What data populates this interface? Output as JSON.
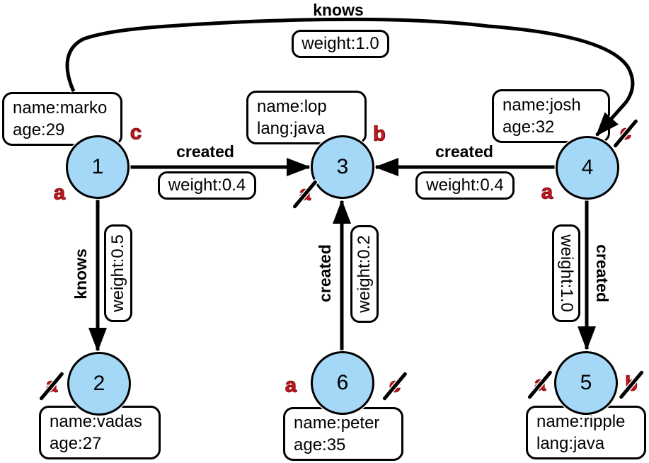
{
  "colors": {
    "node_fill": "#a4d8f6",
    "mark_red": "#c2191f",
    "edge_color": "#000000"
  },
  "nodes": {
    "n1": {
      "id": "1",
      "prop1": "name:marko",
      "prop2": "age:29",
      "mark_top": "c",
      "mark_top_crossed": false,
      "mark_bottom": "a",
      "mark_bottom_crossed": false
    },
    "n2": {
      "id": "2",
      "prop1": "name:vadas",
      "prop2": "age:27",
      "mark_left": "a",
      "mark_left_crossed": true
    },
    "n3": {
      "id": "3",
      "prop1": "name:lop",
      "prop2": "lang:java",
      "mark_top": "b",
      "mark_top_crossed": false,
      "mark_bottom": "a",
      "mark_bottom_crossed": true
    },
    "n4": {
      "id": "4",
      "prop1": "name:josh",
      "prop2": "age:32",
      "mark_top": "c",
      "mark_top_crossed": true,
      "mark_bottom": "a",
      "mark_bottom_crossed": false
    },
    "n5": {
      "id": "5",
      "prop1": "name:ripple",
      "prop2": "lang:java",
      "mark_left": "a",
      "mark_left_crossed": true,
      "mark_right": "b",
      "mark_right_crossed": true
    },
    "n6": {
      "id": "6",
      "prop1": "name:peter",
      "prop2": "age:35",
      "mark_left": "a",
      "mark_left_crossed": false,
      "mark_right": "c",
      "mark_right_crossed": true
    }
  },
  "edges": {
    "knows_1_4": {
      "label": "knows",
      "weight": "weight:1.0",
      "from": "1",
      "to": "4"
    },
    "created_1_3": {
      "label": "created",
      "weight": "weight:0.4",
      "from": "1",
      "to": "3"
    },
    "created_4_3": {
      "label": "created",
      "weight": "weight:0.4",
      "from": "4",
      "to": "3"
    },
    "knows_1_2": {
      "label": "knows",
      "weight": "weight:0.5",
      "from": "1",
      "to": "2"
    },
    "created_6_3": {
      "label": "created",
      "weight": "weight:0.2",
      "from": "6",
      "to": "3"
    },
    "created_4_5": {
      "label": "created",
      "weight": "weight:1.0",
      "from": "4",
      "to": "5"
    }
  }
}
